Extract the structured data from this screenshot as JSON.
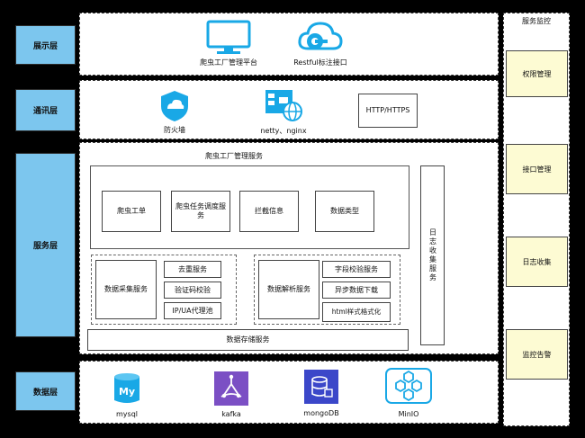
{
  "layers": {
    "presentation": "展示层",
    "communication": "通讯层",
    "service": "服务层",
    "data": "数据层"
  },
  "presentation": {
    "crawler_platform": "爬虫工厂管理平台",
    "restful": "Restful标注接口"
  },
  "communication": {
    "firewall": "防火墙",
    "netty": "netty、nginx",
    "http": "HTTP/HTTPS"
  },
  "service": {
    "title": "爬虫工厂管理服务",
    "top_boxes": [
      "爬虫工单",
      "爬虫任务调度服务",
      "拦截信息",
      "数据类型"
    ],
    "collect": {
      "main": "数据采集服务",
      "items": [
        "去重服务",
        "验证码校验",
        "IP/UA代理池"
      ]
    },
    "parse": {
      "main": "数据解析服务",
      "items": [
        "字段校验服务",
        "异步数据下载",
        "html样式格式化"
      ]
    },
    "storage": "数据存储服务",
    "log_collection": "日志收集服务"
  },
  "data_layer": {
    "items": [
      "mysql",
      "kafka",
      "mongoDB",
      "MinIO"
    ]
  },
  "monitor": {
    "title": "服务监控",
    "items": [
      "权限管理",
      "接口管理",
      "日志收集",
      "监控告警"
    ]
  },
  "colors": {
    "layer_blue": "#7cc6ee",
    "icon_blue": "#19a8e6",
    "monitor_yellow": "#fdfbd3"
  }
}
